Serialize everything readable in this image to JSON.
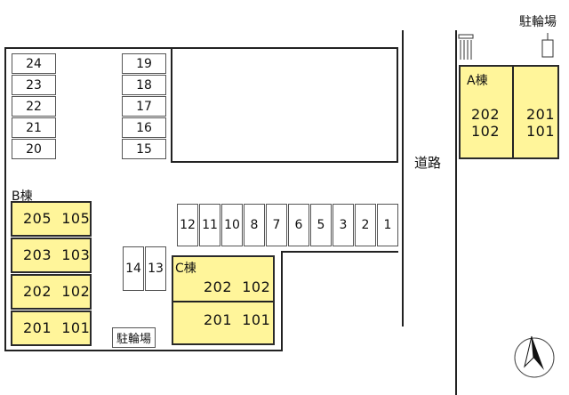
{
  "lot": {
    "left_column": [
      "24",
      "23",
      "22",
      "21",
      "20"
    ],
    "middle_column": [
      "19",
      "18",
      "17",
      "16",
      "15"
    ],
    "bottom_row": [
      "12",
      "11",
      "10",
      "8",
      "7",
      "6",
      "5",
      "3",
      "2",
      "1"
    ],
    "small_pair": [
      "14",
      "13"
    ]
  },
  "building_b": {
    "label": "B棟",
    "units": [
      [
        "205",
        "105"
      ],
      [
        "203",
        "103"
      ],
      [
        "202",
        "102"
      ],
      [
        "201",
        "101"
      ]
    ]
  },
  "building_c": {
    "label": "C棟",
    "units": [
      [
        "202",
        "102"
      ],
      [
        "201",
        "101"
      ]
    ]
  },
  "building_a": {
    "label": "A棟",
    "left_units": [
      "202",
      "102"
    ],
    "right_units": [
      "201",
      "101"
    ]
  },
  "road_label": "道路",
  "bike_parking_label": "駐輪場",
  "bike_parking_top_label": "駐輪場",
  "colors": {
    "building_fill": "#fff59a",
    "outline": "#222222"
  }
}
